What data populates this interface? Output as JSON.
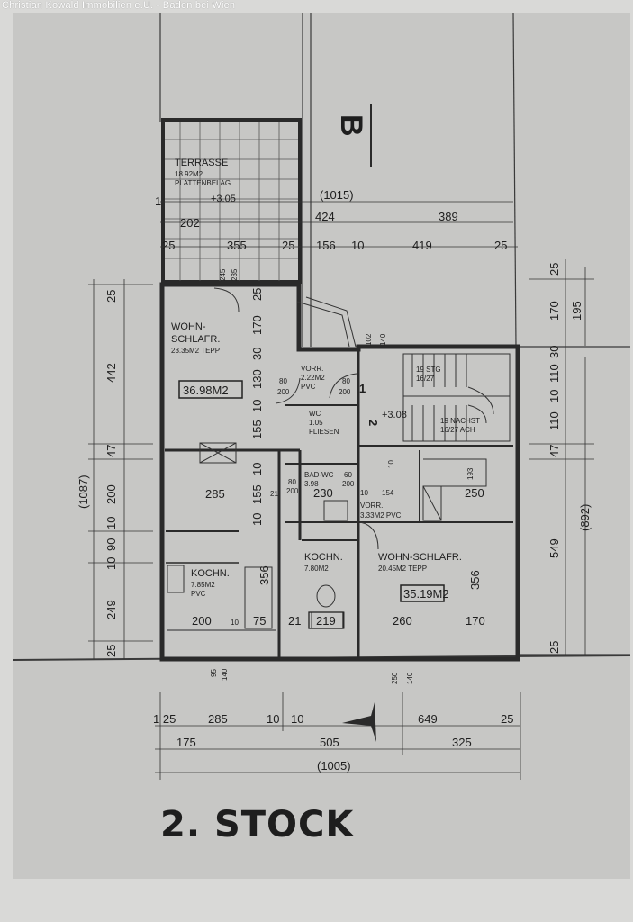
{
  "watermark": "Christian Kowald Immobilien e.U. - Baden bei Wien",
  "floor_title": "2. STOCK",
  "section_marker": "B",
  "rooms": {
    "terrace": {
      "name": "TERRASSE",
      "area": "18.92M2",
      "floor": "PLATTENBELAG",
      "level": "+3.05"
    },
    "living_left": {
      "name1": "WOHN-",
      "name2": "SCHLAFR.",
      "area": "23.35M2 TEPP",
      "total": "36.98M2"
    },
    "vorr_small": {
      "name": "VORR.",
      "area": "2.22M2",
      "floor": "PVC"
    },
    "wc": {
      "name": "WC",
      "area": "1.05",
      "floor": "FLIESEN"
    },
    "bad": {
      "name": "BAD-WC",
      "area": "3.98"
    },
    "vorr_right": {
      "name": "VORR.",
      "area": "3.33M2 PVC"
    },
    "kitchen_left": {
      "name": "KOCHN.",
      "area": "7.85M2",
      "floor": "PVC"
    },
    "kitchen_mid": {
      "name": "KOCHN.",
      "area": "7.80M2"
    },
    "living_right": {
      "name": "WOHN-SCHLAFR.",
      "area": "20.45M2 TEPP",
      "total": "35.19M2"
    },
    "stair": {
      "top": "19 STG",
      "top2": "16/27",
      "bottom": "19 NACHST",
      "bottom2": "16/27 ACH"
    },
    "landing_level": "+3.08",
    "top1": "1",
    "top2": "2"
  },
  "dims": {
    "d1015": "(1015)",
    "d202": "202",
    "d424": "424",
    "d389": "389",
    "d25a": "25",
    "d355": "355",
    "d25b": "25",
    "d156": "156",
    "d10a": "10",
    "d419": "419",
    "d25c": "25",
    "d1": "1",
    "left_25": "25",
    "left_442": "442",
    "left_47": "47",
    "left_1087": "(1087)",
    "left_200": "200",
    "left_10a": "10",
    "left_90": "90",
    "left_10b": "10",
    "left_249": "249",
    "left_25b": "25",
    "in_170": "170",
    "in_30a": "30",
    "in_130": "130",
    "in_10a": "10",
    "in_155a": "155",
    "in_10b": "10",
    "in_155b": "155",
    "in_10c": "10",
    "in_25": "25",
    "right_25": "25",
    "right_170": "170",
    "right_195": "195",
    "right_30": "30",
    "right_110a": "110",
    "right_10": "10",
    "right_110b": "110",
    "right_47": "47",
    "right_549": "549",
    "right_892": "(892)",
    "right_25b": "25",
    "mid_285": "285",
    "mid_21": "21",
    "mid_230": "230",
    "mid_10": "10",
    "mid_154": "154",
    "mid_193": "193",
    "mid_250": "250",
    "mid_356a": "356",
    "mid_356b": "356",
    "mid_200": "200",
    "mid_10b": "10",
    "mid_75": "75",
    "mid_21b": "21",
    "mid_219": "219",
    "mid_260": "260",
    "mid_170": "170",
    "win_80a": "80",
    "win_200a": "200",
    "win_80b": "80",
    "win_200b": "200",
    "win_102": "102",
    "win_140": "140",
    "win_245": "245",
    "win_235": "235",
    "win_80c": "80",
    "win_200c": "200",
    "win_60": "60",
    "win_200d": "200",
    "win_10e": "10",
    "bot_125": "1 25",
    "bot_285": "285",
    "bot_10a": "10",
    "bot_10b": "10",
    "bot_649": "649",
    "bot_25": "25",
    "bot_175": "175",
    "bot_505": "505",
    "bot_325": "325",
    "bot_1005": "(1005)",
    "bot_95": "95",
    "bot_140": "140",
    "bot_250": "250",
    "bot_140b": "140"
  },
  "colors": {
    "paper": "#c7c7c5",
    "ink": "#1e1e1e",
    "wall": "#2a2a2a"
  }
}
